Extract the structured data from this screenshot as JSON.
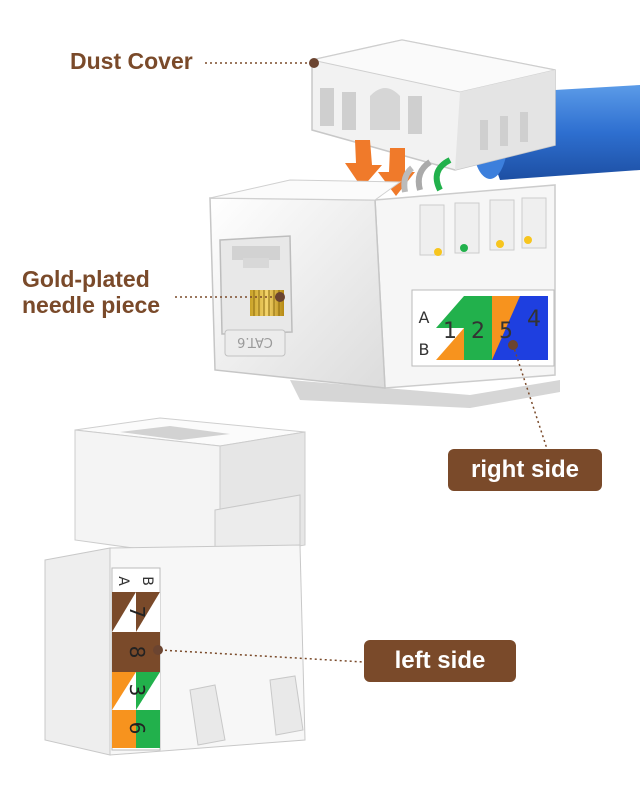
{
  "labels": {
    "dust_cover": "Dust Cover",
    "gold_plated_line1": "Gold-plated",
    "gold_plated_line2": "needle piece",
    "right_side": "right side",
    "left_side": "left side"
  },
  "right_label": {
    "row_a": "A",
    "row_b": "B",
    "numbers": [
      "1",
      "2",
      "5",
      "4"
    ]
  },
  "left_label": {
    "row_a": "A",
    "row_b": "B",
    "numbers": [
      "7",
      "8",
      "3",
      "6"
    ]
  },
  "jack_marking": "CAT.6",
  "colors": {
    "label_brown": "#7a4a2a",
    "callout_dot": "#6b4430",
    "arrow_orange": "#f07a2a",
    "cable_blue": "#2e6fd0",
    "wire_green": "#22b14c",
    "wire_orange": "#f7931e",
    "wire_blue": "#1e3fe0",
    "wire_brown": "#7a4a2a"
  }
}
